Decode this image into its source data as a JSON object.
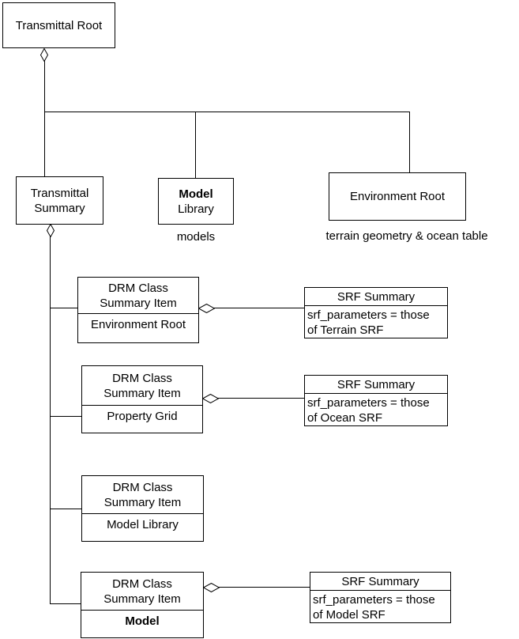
{
  "nodes": {
    "transmittal_root": {
      "label": "Transmittal Root"
    },
    "transmittal_summary": {
      "line1": "Transmittal",
      "line2": "Summary"
    },
    "model_library": {
      "line1": "Model",
      "line2": "Library",
      "caption": "models"
    },
    "environment_root": {
      "label": "Environment Root",
      "caption": "terrain geometry & ocean table"
    }
  },
  "drm_items": [
    {
      "title_line1": "DRM Class",
      "title_line2": "Summary Item",
      "class_name": "Environment Root"
    },
    {
      "title_line1": "DRM Class",
      "title_line2": "Summary Item",
      "class_name": "Property Grid"
    },
    {
      "title_line1": "DRM Class",
      "title_line2": "Summary Item",
      "class_name": "Model Library"
    },
    {
      "title_line1": "DRM Class",
      "title_line2": "Summary Item",
      "class_name": "Model"
    }
  ],
  "srf_summaries": [
    {
      "title": "SRF Summary",
      "body_line1": "srf_parameters = those",
      "body_line2": "of Terrain SRF"
    },
    {
      "title": "SRF Summary",
      "body_line1": "srf_parameters = those",
      "body_line2": "of Ocean SRF"
    },
    {
      "title": "SRF Summary",
      "body_line1": "srf_parameters = those",
      "body_line2": "of Model SRF"
    }
  ],
  "colors": {
    "line": "#000000",
    "background": "#ffffff",
    "text": "#000000"
  }
}
